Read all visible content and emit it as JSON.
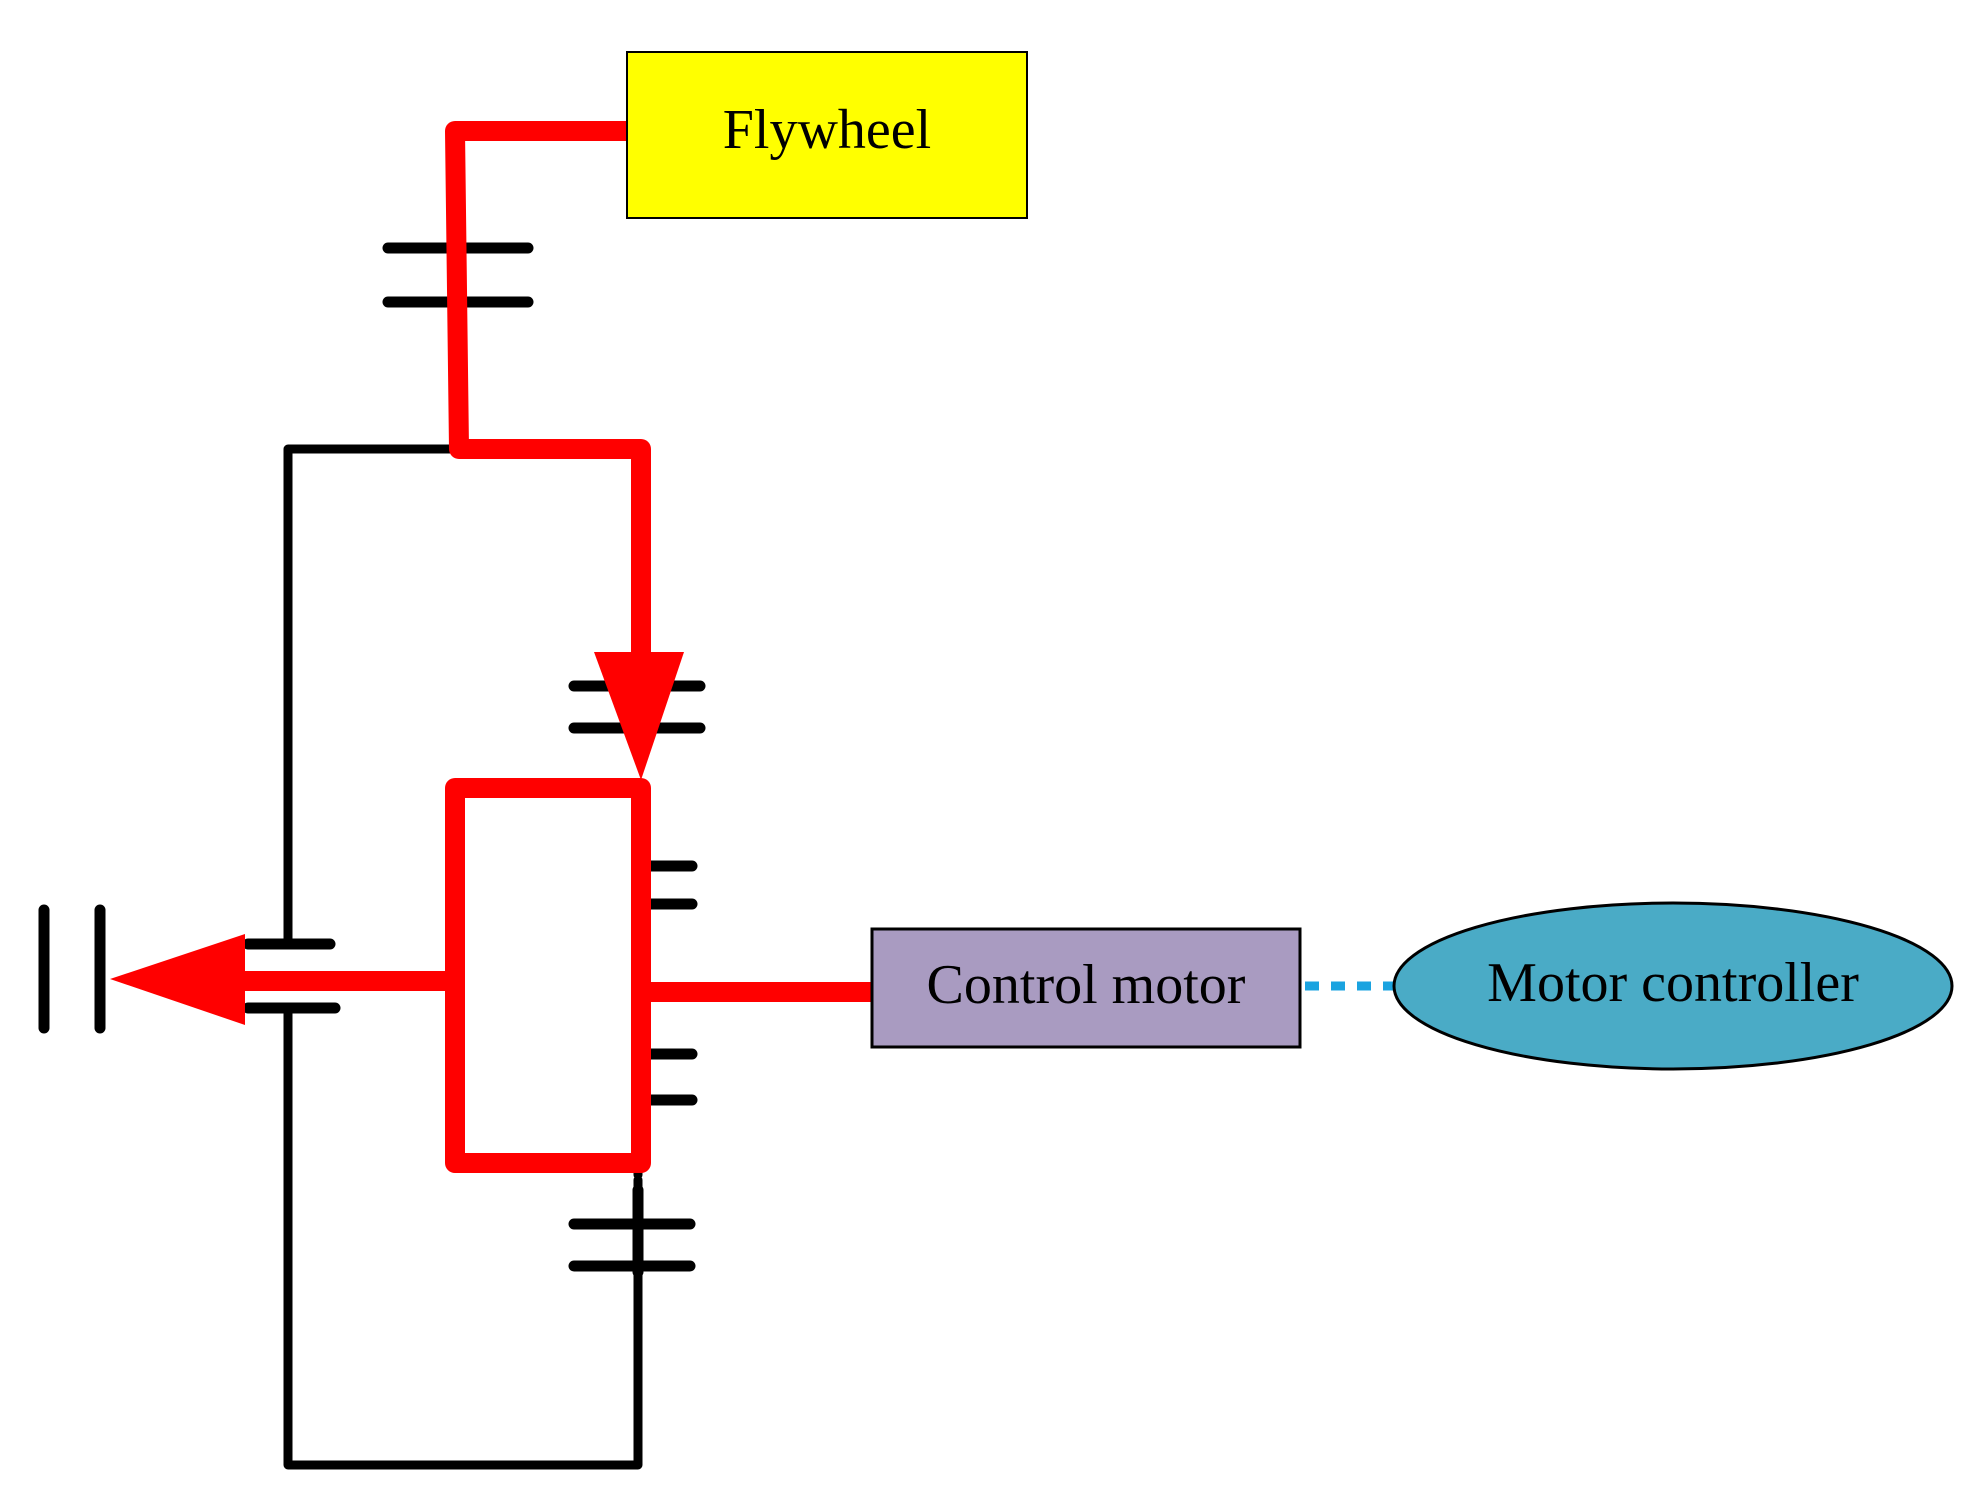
{
  "labels": {
    "flywheel": "Flywheel",
    "control_motor": "Control motor",
    "motor_controller": "Motor controller"
  },
  "colors": {
    "power_flow": "#ff0000",
    "structure": "#000000",
    "flywheel_fill": "#ffff00",
    "control_motor_fill": "#a99bc1",
    "motor_controller_fill": "#4aabc6",
    "signal_link": "#1aa3e0",
    "background": "#ffffff"
  },
  "icons": {
    "output_ground": "ground-symbol-icon",
    "power_arrow_down": "arrow-down-icon",
    "power_arrow_left": "arrow-left-icon"
  }
}
